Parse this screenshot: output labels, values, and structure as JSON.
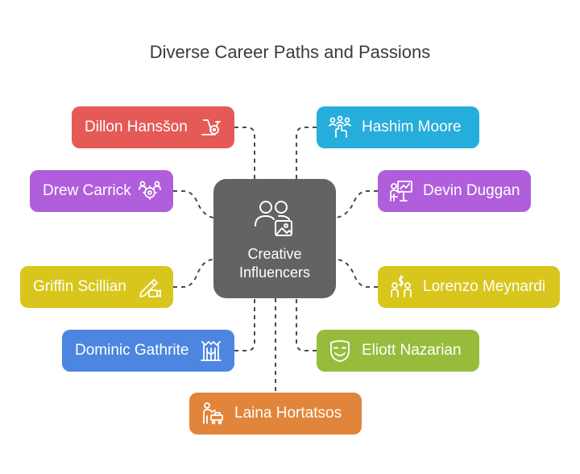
{
  "title": "Diverse Career Paths and Passions",
  "hub": {
    "label": "Creative Influencers",
    "icon": "people-image-icon",
    "color": "#636363"
  },
  "nodes": [
    {
      "id": "dillon",
      "label": "Dillon Hansšon",
      "icon": "exercise-bike-icon",
      "color": "#E55A56"
    },
    {
      "id": "drew",
      "label": "Drew Carrick",
      "icon": "team-gears-icon",
      "color": "#B15EDC"
    },
    {
      "id": "griffin",
      "label": "Griffin Scillian",
      "icon": "pencil-camera-icon",
      "color": "#D8C61C"
    },
    {
      "id": "dominic",
      "label": "Dominic Gathrite",
      "icon": "building-icon",
      "color": "#4C86E0"
    },
    {
      "id": "hashim",
      "label": "Hashim Moore",
      "icon": "network-hand-icon",
      "color": "#25ADDB"
    },
    {
      "id": "devin",
      "label": "Devin Duggan",
      "icon": "presenter-chart-icon",
      "color": "#B15EDC"
    },
    {
      "id": "lorenzo",
      "label": "Lorenzo Meynardi",
      "icon": "people-money-icon",
      "color": "#D8C61C"
    },
    {
      "id": "eliott",
      "label": "Eliott Nazarian",
      "icon": "mask-icon",
      "color": "#97BC3C"
    },
    {
      "id": "laina",
      "label": "Laina Hortatsos",
      "icon": "worker-machine-icon",
      "color": "#E0853A"
    }
  ]
}
